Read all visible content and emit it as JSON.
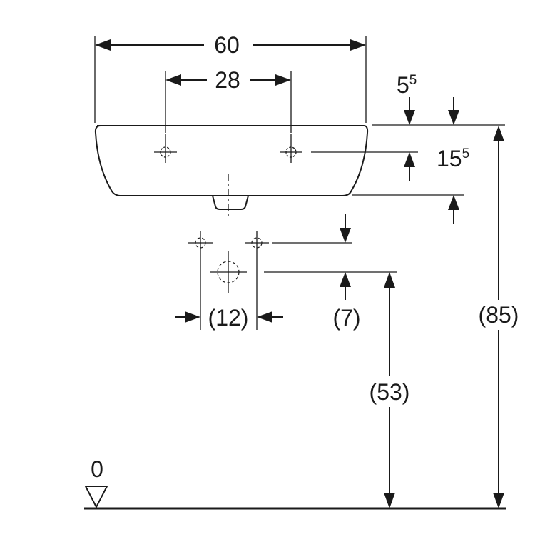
{
  "dimensions": {
    "overall_width": "60",
    "tap_hole_spacing": "28",
    "rim_offset": {
      "base": "5",
      "sup": "5"
    },
    "tap_hole_depth": {
      "base": "15",
      "sup": "5"
    },
    "waste_spacing": "(12)",
    "waste_offset": "(7)",
    "waste_height": "(53)",
    "rim_height": "(85)",
    "floor_level": "0"
  },
  "colors": {
    "line": "#1a1a1a",
    "background": "#ffffff"
  },
  "symbols": {
    "floor_marker": "open-triangle-icon",
    "hole_marker": "crosshair-icon"
  }
}
